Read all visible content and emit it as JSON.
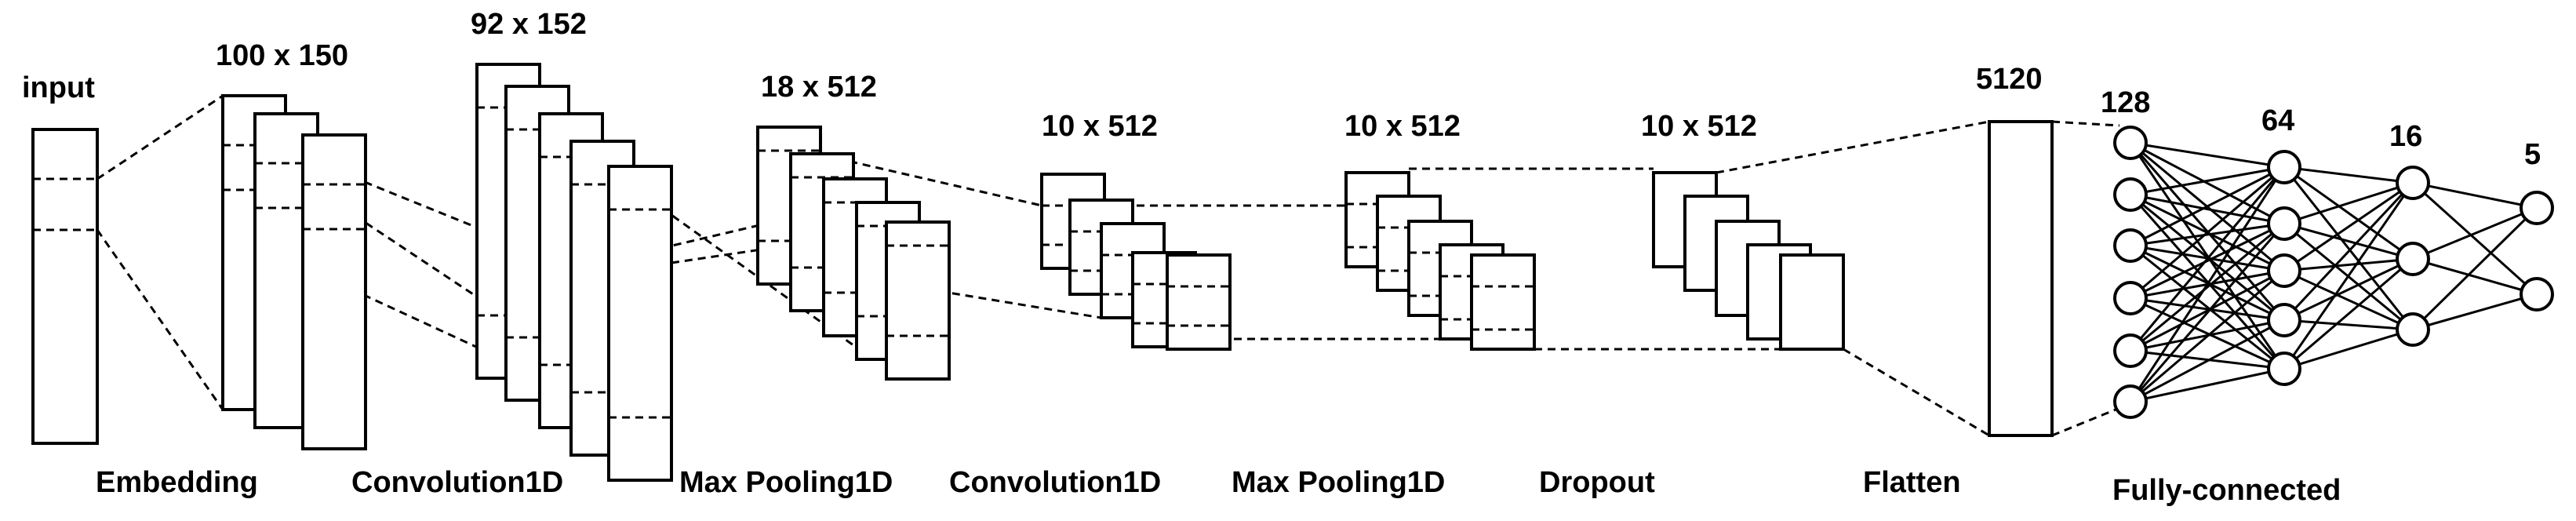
{
  "labels": {
    "input": "input",
    "dim_embedding": "100 x 150",
    "dim_conv1": "92 x 152",
    "dim_pool1": "18 x 512",
    "dim_conv2": "10 x 512",
    "dim_pool2": "10 x 512",
    "dim_dropout": "10 x 512",
    "dim_flatten": "5120",
    "fc_128": "128",
    "fc_64": "64",
    "fc_16": "16",
    "fc_5": "5",
    "stage_embedding": "Embedding",
    "stage_conv1": "Convolution1D",
    "stage_pool1": "Max Pooling1D",
    "stage_conv2": "Convolution1D",
    "stage_pool2": "Max Pooling1D",
    "stage_dropout": "Dropout",
    "stage_flatten": "Flatten",
    "stage_fc": "Fully-connected"
  },
  "colors": {
    "stroke": "#000000",
    "fill": "#ffffff",
    "text": "#000000"
  }
}
